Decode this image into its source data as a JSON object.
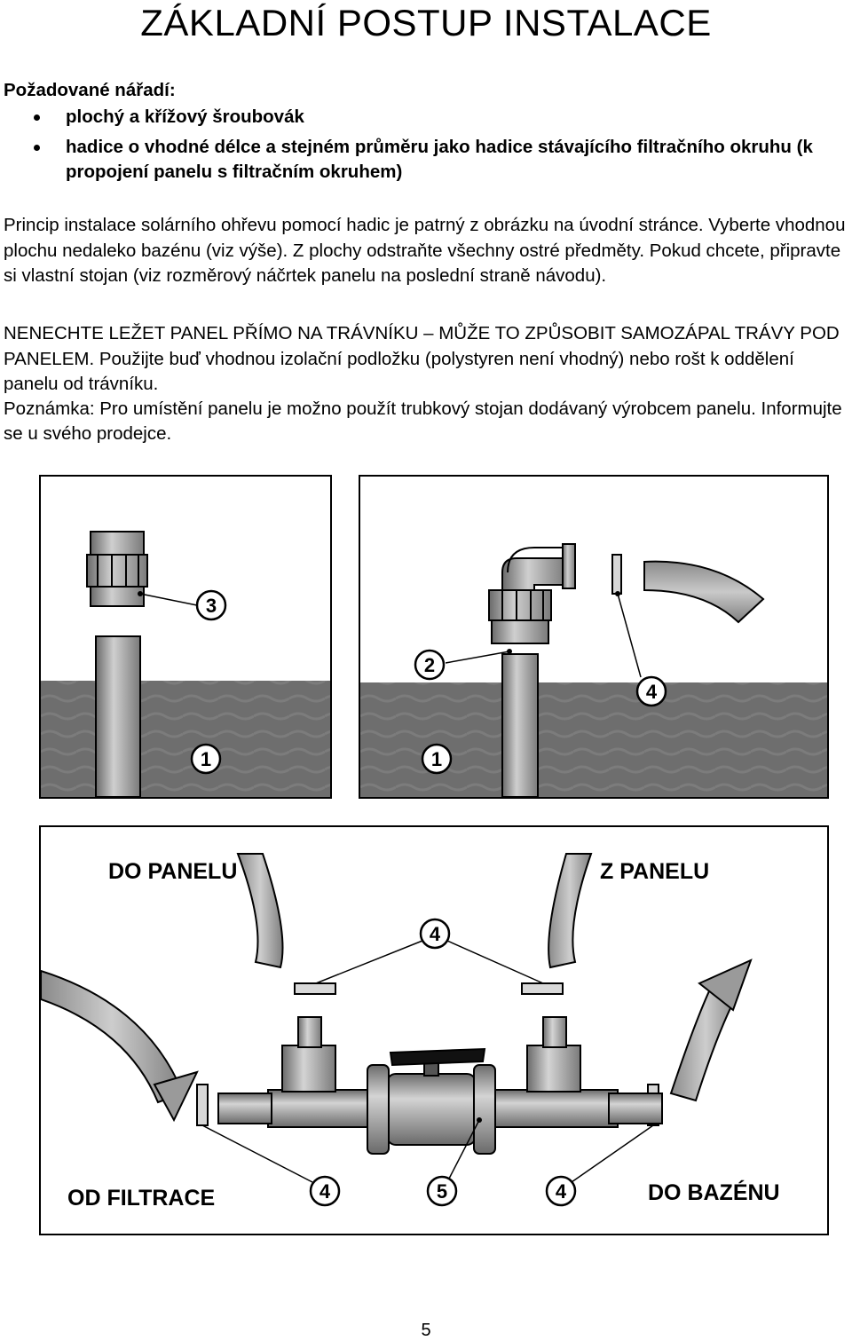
{
  "title": "ZÁKLADNÍ POSTUP INSTALACE",
  "tools": {
    "heading": "Požadované nářadí:",
    "items": [
      "plochý a křížový šroubovák",
      "hadice o vhodné délce a stejném průměru jako hadice stávajícího filtračního okruhu (k propojení panelu s filtračním okruhem)"
    ]
  },
  "paragraphs": {
    "p1": "Princip instalace solárního ohřevu pomocí hadic je patrný z obrázku na úvodní stránce. Vyberte vhodnou plochu nedaleko bazénu (viz výše). Z plochy odstraňte všechny ostré předměty. Pokud chcete, připravte si vlastní stojan (viz rozměrový náčrtek panelu na poslední straně návodu).",
    "p2": "NENECHTE LEŽET PANEL PŘÍMO NA TRÁVNÍKU – MŮŽE TO ZPŮSOBIT SAMOZÁPAL TRÁVY POD PANELEM. Použijte buď vhodnou izolační podložku (polystyren není vhodný) nebo rošt k oddělení panelu od trávníku.",
    "p3": "Poznámka: Pro umístění panelu je možno použít trubkový stojan dodávaný výrobcem panelu. Informujte se u svého prodejce."
  },
  "figure1": {
    "labels": [
      "3",
      "1"
    ]
  },
  "figure2": {
    "labels": [
      "2",
      "4",
      "1"
    ]
  },
  "figure3": {
    "captions": {
      "to_panel": "DO PANELU",
      "from_panel": "Z PANELU",
      "from_filter": "OD FILTRACE",
      "to_pool": "DO BAZÉNU"
    },
    "labels": [
      "4",
      "4",
      "5",
      "4"
    ]
  },
  "page_number": "5",
  "colors": {
    "water": "#6e6e6e",
    "pipe": "#9a9a9a",
    "outline": "#000000"
  }
}
